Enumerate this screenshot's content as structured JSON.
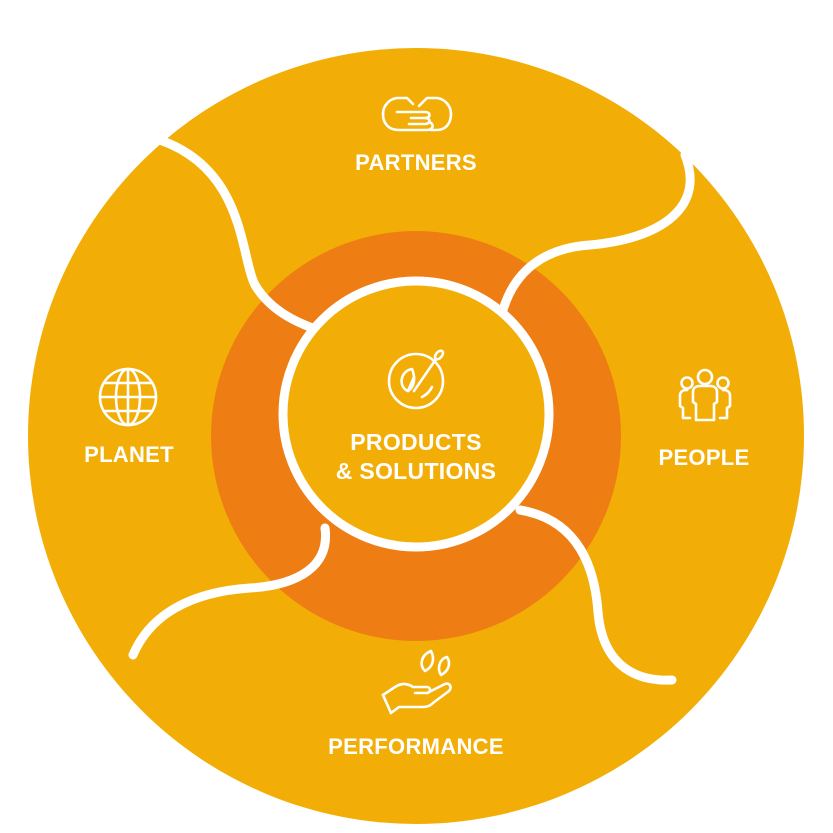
{
  "colors": {
    "outer_ring": "#F2AE06",
    "middle_ring": "#EE7D13",
    "center": "#F2AE06",
    "divider": "#FFFFFF",
    "text": "#FFFFFF"
  },
  "segments": [
    {
      "id": "partners",
      "label": "PARTNERS",
      "icon": "handshake-icon"
    },
    {
      "id": "people",
      "label": "PEOPLE",
      "icon": "people-group-icon"
    },
    {
      "id": "performance",
      "label": "PERFORMANCE",
      "icon": "hand-holding-leaves-icon"
    },
    {
      "id": "planet",
      "label": "PLANET",
      "icon": "globe-icon"
    }
  ],
  "center": {
    "label_line1": "PRODUCTS",
    "label_line2": "& SOLUTIONS",
    "icon": "bowl-spoon-leaf-icon"
  }
}
